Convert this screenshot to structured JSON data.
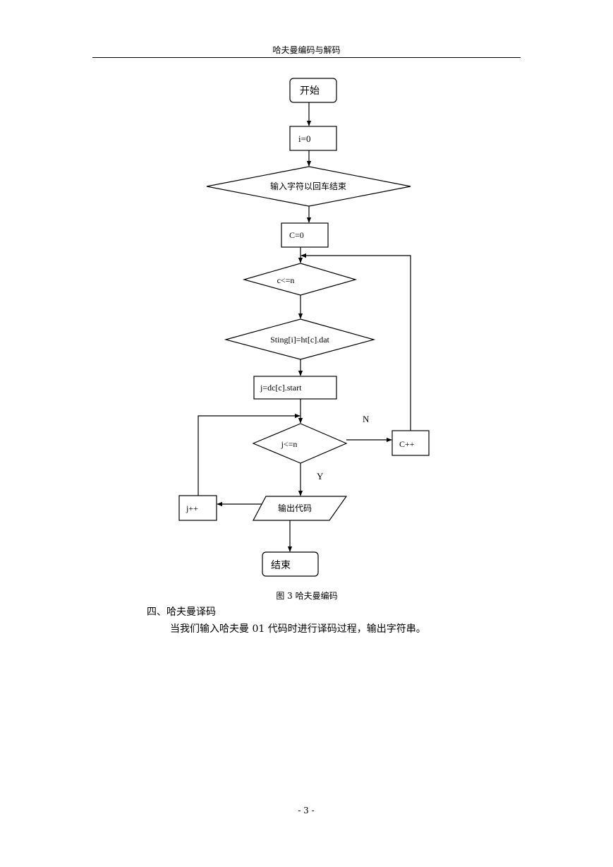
{
  "header": {
    "title": "哈夫曼编码与解码"
  },
  "flowchart": {
    "start": "开始",
    "init_i": "i=0",
    "input": "输入字符以回车结束",
    "init_c": "C=0",
    "cond_c": "c<=n",
    "assign_string": "Sting[i]=ht[c].dat",
    "assign_j": "j=dc[c].start",
    "cond_j": "j<=n",
    "label_no": "N",
    "label_yes": "Y",
    "inc_c": "C++",
    "output": "输出代码",
    "inc_j": "j++",
    "end": "结束"
  },
  "caption": "图 3 哈夫曼编码",
  "section": {
    "heading": "四、哈夫曼译码",
    "paragraph": "当我们输入哈夫曼 01 代码时进行译码过程，输出字符串。"
  },
  "footer": {
    "page_number": "- 3 -"
  }
}
